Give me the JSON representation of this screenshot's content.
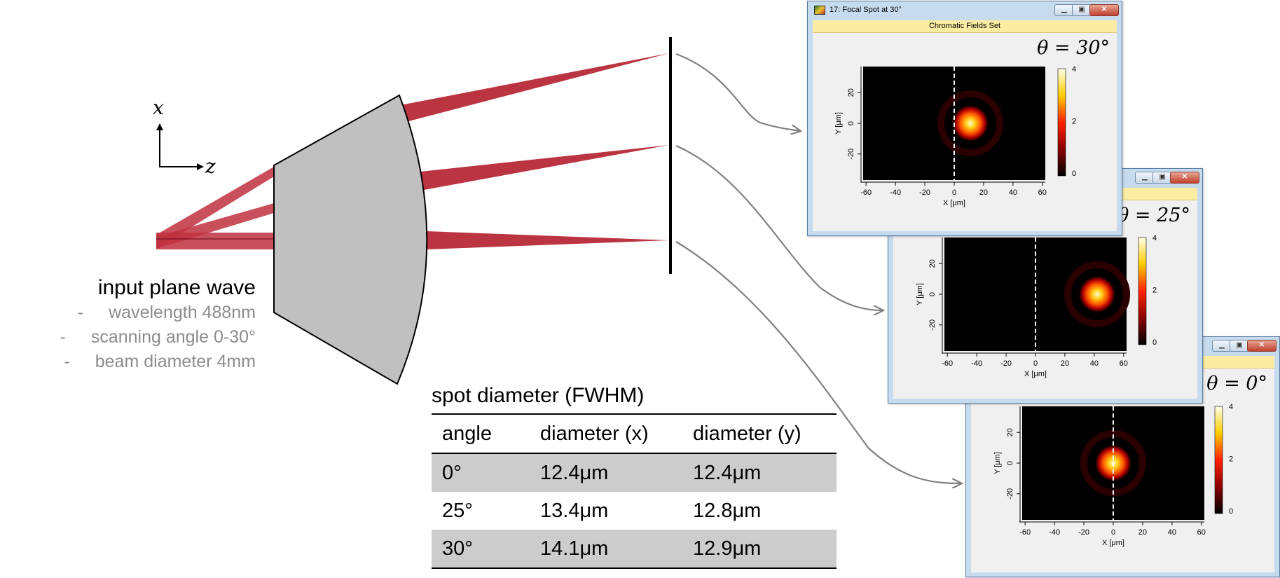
{
  "axes_labels": {
    "x": "x",
    "z": "z"
  },
  "input": {
    "heading": "input plane wave",
    "items": [
      {
        "dash": "-",
        "text": "wavelength 488nm"
      },
      {
        "dash": "-",
        "text": "scanning angle 0-30°"
      },
      {
        "dash": "-",
        "text": "beam diameter 4mm"
      }
    ]
  },
  "table": {
    "title": "spot diameter (FWHM)",
    "headers": [
      "angle",
      "diameter (x)",
      "diameter (y)"
    ],
    "rows": [
      [
        "0°",
        "12.4μm",
        "12.4μm"
      ],
      [
        "25°",
        "13.4μm",
        "12.8μm"
      ],
      [
        "30°",
        "14.1μm",
        "12.9μm"
      ]
    ]
  },
  "colors": {
    "beam": "#b41e2d",
    "lens": "#c0c0c0",
    "arrow": "#808080",
    "window_frame": "#c6dbee",
    "info_bar": "#fbeca1"
  },
  "windows": [
    {
      "title": "17: Focal Spot at 30°",
      "info_bar": "Chromatic Fields Set",
      "theta_label": "θ = 30°",
      "x_axis_label": "X [μm]",
      "y_axis_label": "Y [μm]",
      "x_ticks": [
        "-60",
        "-40",
        "-20",
        "0",
        "20",
        "40",
        "60"
      ],
      "y_ticks": [
        "20",
        "0",
        "-20"
      ],
      "colorbar_ticks": [
        "4",
        "2",
        "0"
      ],
      "spot_x_um": 11,
      "spot_y_um": 0
    },
    {
      "title": "",
      "info_bar": "",
      "theta_label": "θ = 25°",
      "x_axis_label": "X [μm]",
      "y_axis_label": "Y [μm]",
      "x_ticks": [
        "-60",
        "-40",
        "-20",
        "0",
        "20",
        "40",
        "60"
      ],
      "y_ticks": [
        "20",
        "0",
        "-20"
      ],
      "colorbar_ticks": [
        "4",
        "2",
        "0"
      ],
      "spot_x_um": 42,
      "spot_y_um": 0
    },
    {
      "title": "",
      "info_bar": "",
      "theta_label": "θ = 0°",
      "x_axis_label": "X [μm]",
      "y_axis_label": "Y [μm]",
      "x_ticks": [
        "-60",
        "-40",
        "-20",
        "0",
        "20",
        "40",
        "60"
      ],
      "y_ticks": [
        "20",
        "0",
        "-20"
      ],
      "colorbar_ticks": [
        "4",
        "2",
        "0"
      ],
      "spot_x_um": 0,
      "spot_y_um": 0
    }
  ]
}
